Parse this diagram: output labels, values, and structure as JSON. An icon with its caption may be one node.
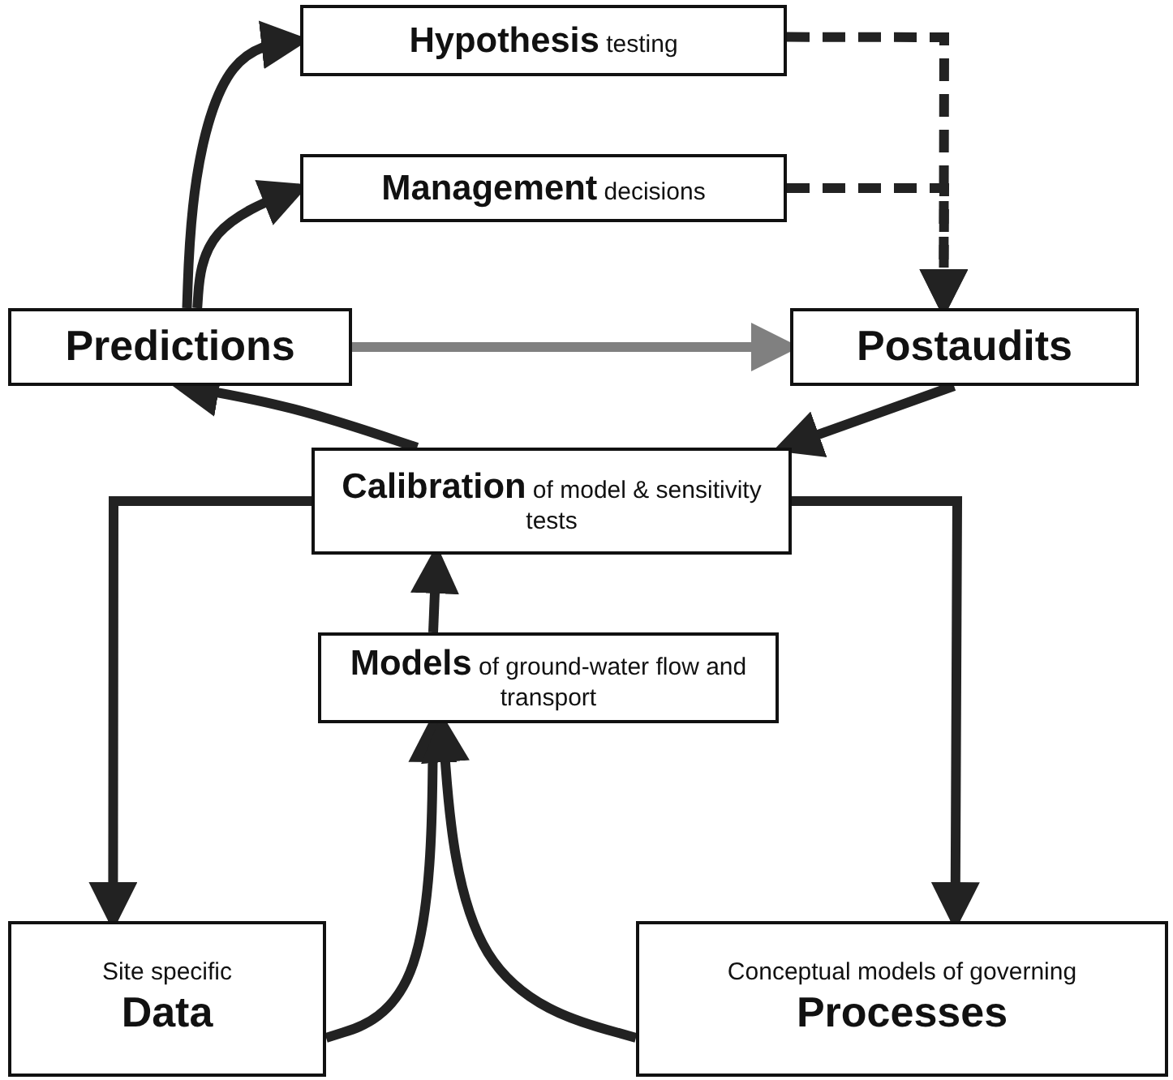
{
  "diagram": {
    "nodes": [
      {
        "text": [
          "**Hypothesis** testing"
        ]
      },
      {
        "text": [
          "**Management** decisions"
        ]
      },
      {
        "text": [
          "Predictions"
        ]
      },
      {
        "text": [
          "Postaudits"
        ]
      },
      {
        "text": [
          "**Calibration** of model & sensitivity tests"
        ]
      },
      {
        "text": [
          "**Models** of ground-water flow and transport"
        ]
      },
      {
        "text": [
          "Site specific",
          "Data"
        ]
      },
      {
        "text": [
          "Conceptual models of governing",
          "Processes"
        ]
      }
    ],
    "edges": [
      {
        "from": 2,
        "to": 0,
        "arrow": "to"
      },
      {
        "from": 2,
        "to": 1,
        "arrow": "to"
      },
      {
        "from": 0,
        "to": 3,
        "arrow": "to",
        "style": "dashed"
      },
      {
        "from": 1,
        "to": 3,
        "arrow": "to",
        "style": "dashed"
      },
      {
        "from": 2,
        "to": 3,
        "arrow": "to",
        "color": "#808080"
      },
      {
        "from": 3,
        "to": 4,
        "arrow": "to"
      },
      {
        "from": 4,
        "to": 2,
        "arrow": "to"
      },
      {
        "from": 4,
        "to": 6,
        "arrow": "to"
      },
      {
        "from": 4,
        "to": 7,
        "arrow": "to"
      },
      {
        "from": 5,
        "to": 4,
        "arrow": "to"
      },
      {
        "from": 6,
        "to": 5,
        "arrow": "to"
      },
      {
        "from": 7,
        "to": 5,
        "arrow": "to"
      }
    ]
  }
}
